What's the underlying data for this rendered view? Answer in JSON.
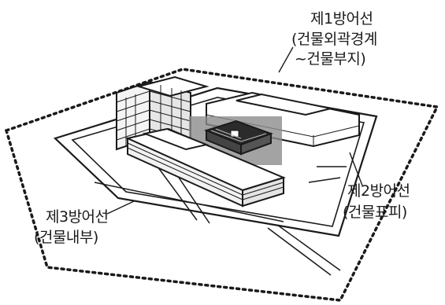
{
  "labels": {
    "line1_title": "제1방어선",
    "line1_sub1": "(건물외곽경계",
    "line1_sub2": "~건물부지)",
    "line2_title": "제2방어선",
    "line2_sub": "(건물표피)",
    "line3_title": "제3방어선",
    "line3_sub": "(건물내부)"
  },
  "colors": {
    "ink": "#1a1a1a",
    "shade": "#8c8c8c",
    "paper": "#ffffff"
  }
}
